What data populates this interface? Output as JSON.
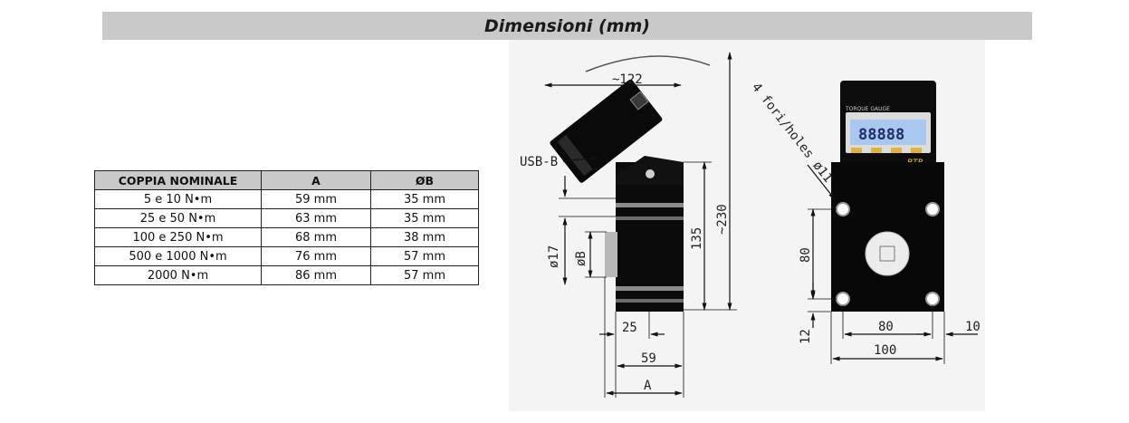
{
  "title": "Dimensioni (mm)",
  "table": {
    "headers": [
      "COPPIA NOMINALE",
      "A",
      "ØB"
    ],
    "rows": [
      [
        "5 e 10 N•m",
        "59 mm",
        "35 mm"
      ],
      [
        "25 e 50 N•m",
        "63 mm",
        "35 mm"
      ],
      [
        "100 e 250 N•m",
        "68 mm",
        "38 mm"
      ],
      [
        "500 e 1000 N•m",
        "76 mm",
        "57 mm"
      ],
      [
        "2000 N•m",
        "86 mm",
        "57 mm"
      ]
    ]
  },
  "drawing": {
    "dim_122": "~122",
    "usb_label": "USB-B",
    "dim_135": "135",
    "dim_230": "~230",
    "dim_17": "ø17",
    "dim_b": "øB",
    "dim_25": "25",
    "dim_59": "59",
    "dim_a": "A",
    "holes_label": "4 fori/holes ø11",
    "dim_80_v": "80",
    "dim_12": "12",
    "dim_80_h": "80",
    "dim_10": "10",
    "dim_100": "100",
    "display_brand": "TORQUE GAUGE",
    "display_digits": "88888",
    "display_model": "BTR"
  }
}
